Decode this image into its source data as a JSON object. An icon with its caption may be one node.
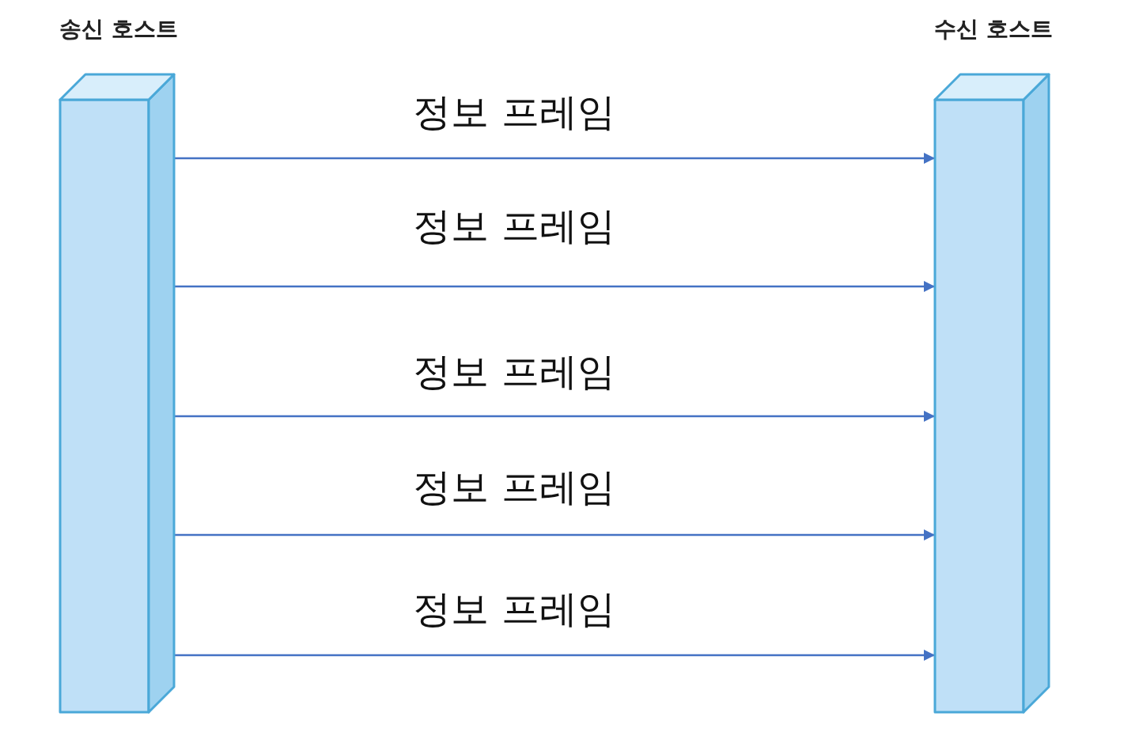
{
  "diagram": {
    "nodes": [
      {
        "text": [
          "송신 호스트"
        ]
      },
      {
        "text": [
          "수신 호스트"
        ]
      }
    ],
    "edges": [
      {
        "from": 0,
        "to": 1,
        "arrow": "to",
        "label": "정보 프레임"
      },
      {
        "from": 0,
        "to": 1,
        "arrow": "to",
        "label": "정보 프레임"
      },
      {
        "from": 0,
        "to": 1,
        "arrow": "to",
        "label": "정보 프레임"
      },
      {
        "from": 0,
        "to": 1,
        "arrow": "to",
        "label": "정보 프레임"
      },
      {
        "from": 0,
        "to": 1,
        "arrow": "to",
        "label": "정보 프레임"
      }
    ]
  }
}
